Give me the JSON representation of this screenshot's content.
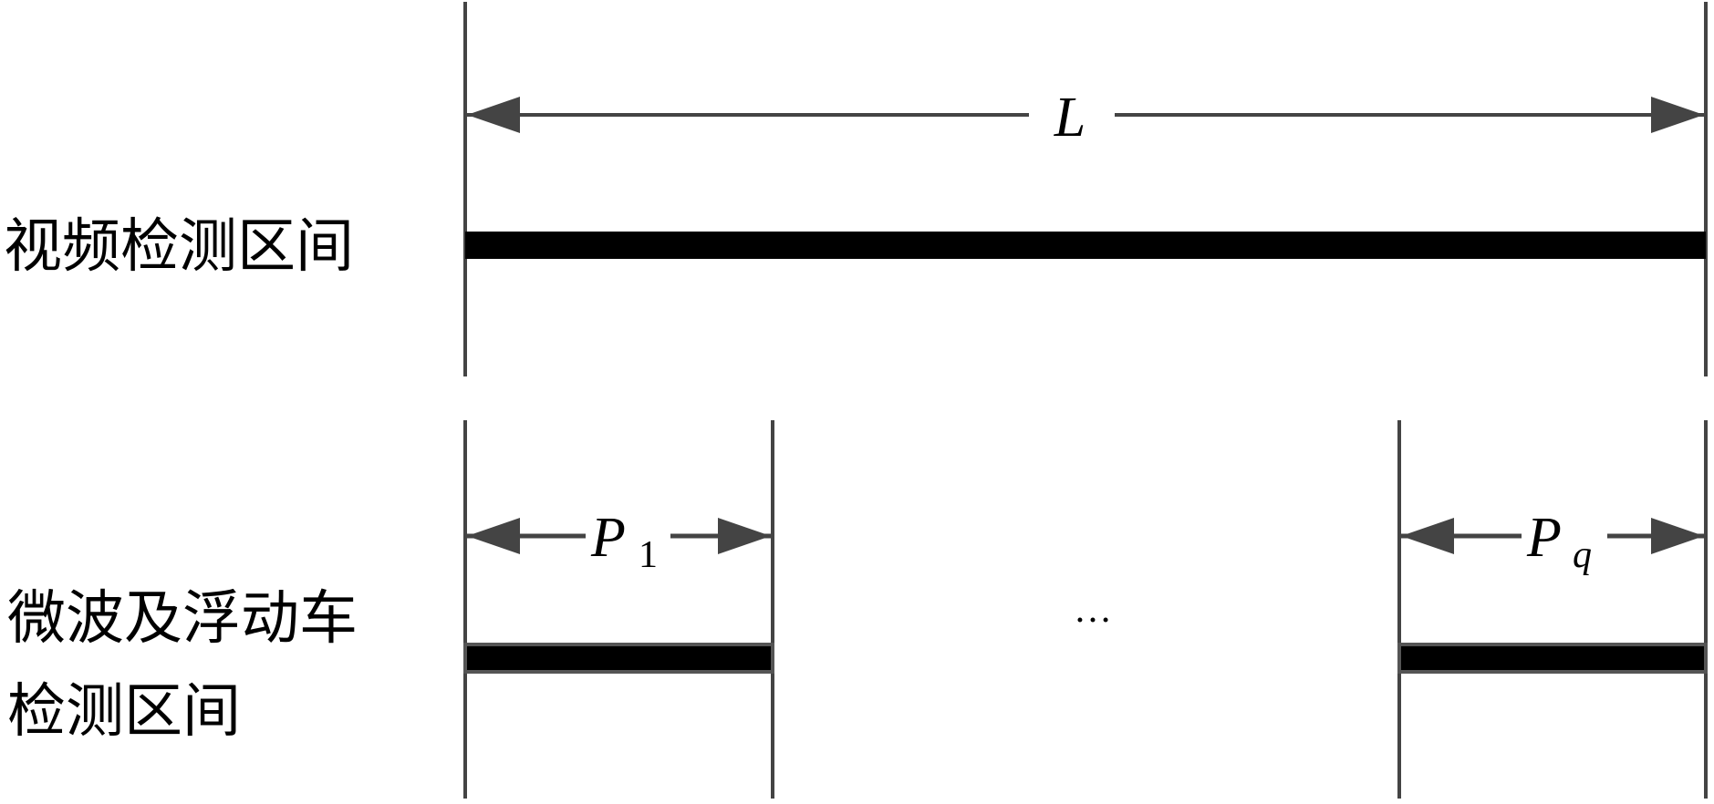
{
  "labels": {
    "video_section": "视频检测区间",
    "microwave_line1": "微波及浮动车",
    "microwave_line2": "检测区间"
  },
  "dimensions": {
    "total_length": "L",
    "first_segment": {
      "symbol": "P",
      "subscript": "1"
    },
    "last_segment": {
      "symbol": "P",
      "subscript": "q"
    },
    "ellipsis": "…"
  },
  "colors": {
    "line": "#444444",
    "bar": "#000000"
  }
}
